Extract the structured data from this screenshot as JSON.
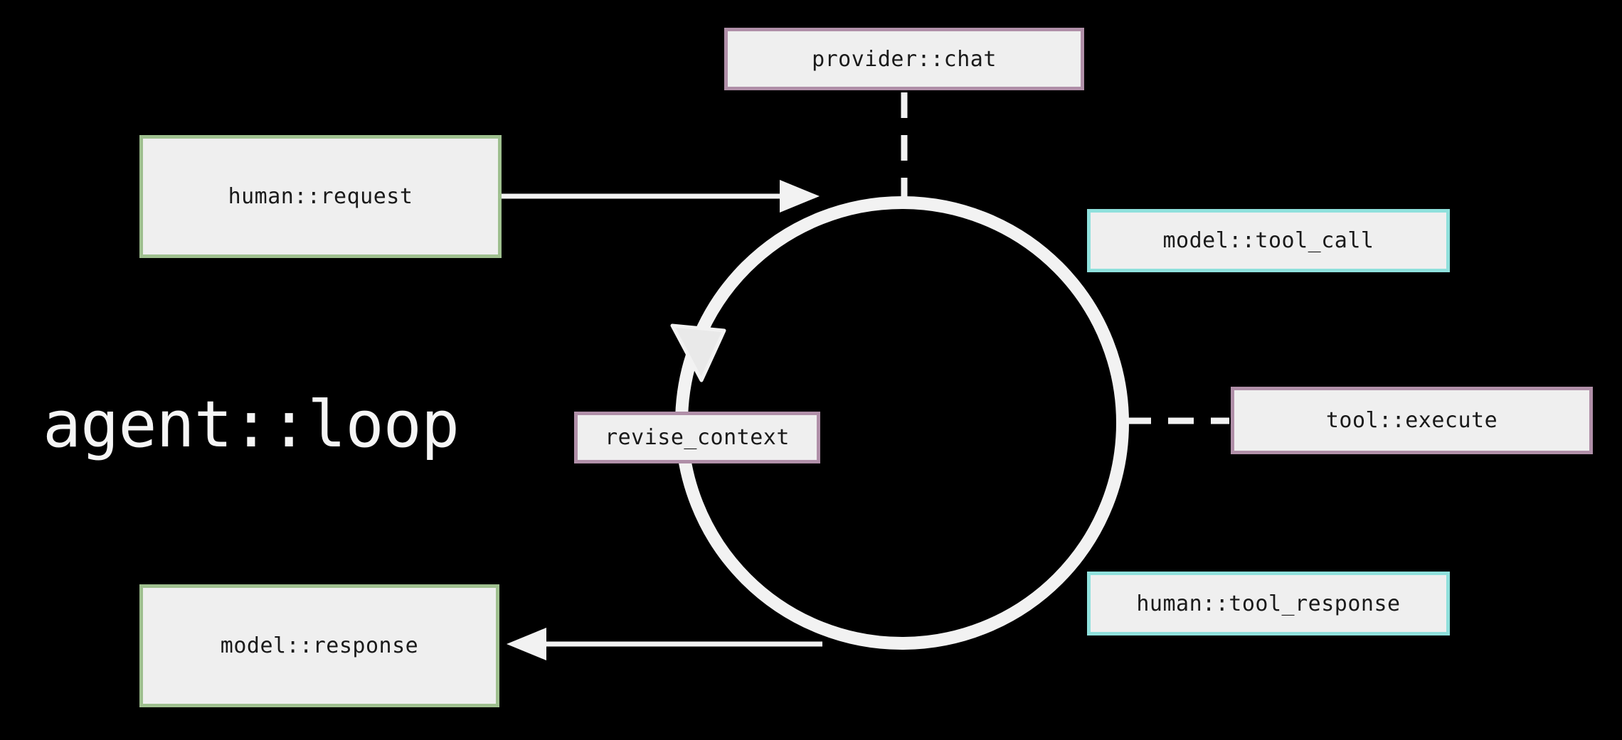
{
  "diagram": {
    "title": "agent::loop",
    "nodes": {
      "provider_chat": {
        "label": "provider::chat",
        "border_color": "#b08fa8"
      },
      "human_request": {
        "label": "human::request",
        "border_color": "#9fc08f"
      },
      "model_tool_call": {
        "label": "model::tool_call",
        "border_color": "#8fe0dc"
      },
      "tool_execute": {
        "label": "tool::execute",
        "border_color": "#b08fa8"
      },
      "human_tool_response": {
        "label": "human::tool_response",
        "border_color": "#8fe0dc"
      },
      "revise_context": {
        "label": "revise_context",
        "border_color": "#b08fa8"
      },
      "model_response": {
        "label": "model::response",
        "border_color": "#9fc08f"
      }
    },
    "edges": [
      {
        "from": "human_request",
        "to": "loop-circle",
        "style": "solid-arrow"
      },
      {
        "from": "loop-circle",
        "to": "model_response",
        "style": "solid-arrow"
      },
      {
        "from": "provider_chat",
        "to": "loop-circle",
        "style": "dashed-line"
      },
      {
        "from": "loop-circle",
        "to": "tool_execute",
        "style": "dashed-line"
      },
      {
        "on": "loop-circle",
        "style": "direction-arrowhead"
      }
    ],
    "colors": {
      "background": "#000000",
      "box_fill": "#efefef",
      "box_text": "#1a1a1a",
      "title_text": "#f5f5f5",
      "line": "#f2f2f2",
      "green_border": "#9fc08f",
      "purple_border": "#b08fa8",
      "cyan_border": "#8fe0dc"
    }
  }
}
